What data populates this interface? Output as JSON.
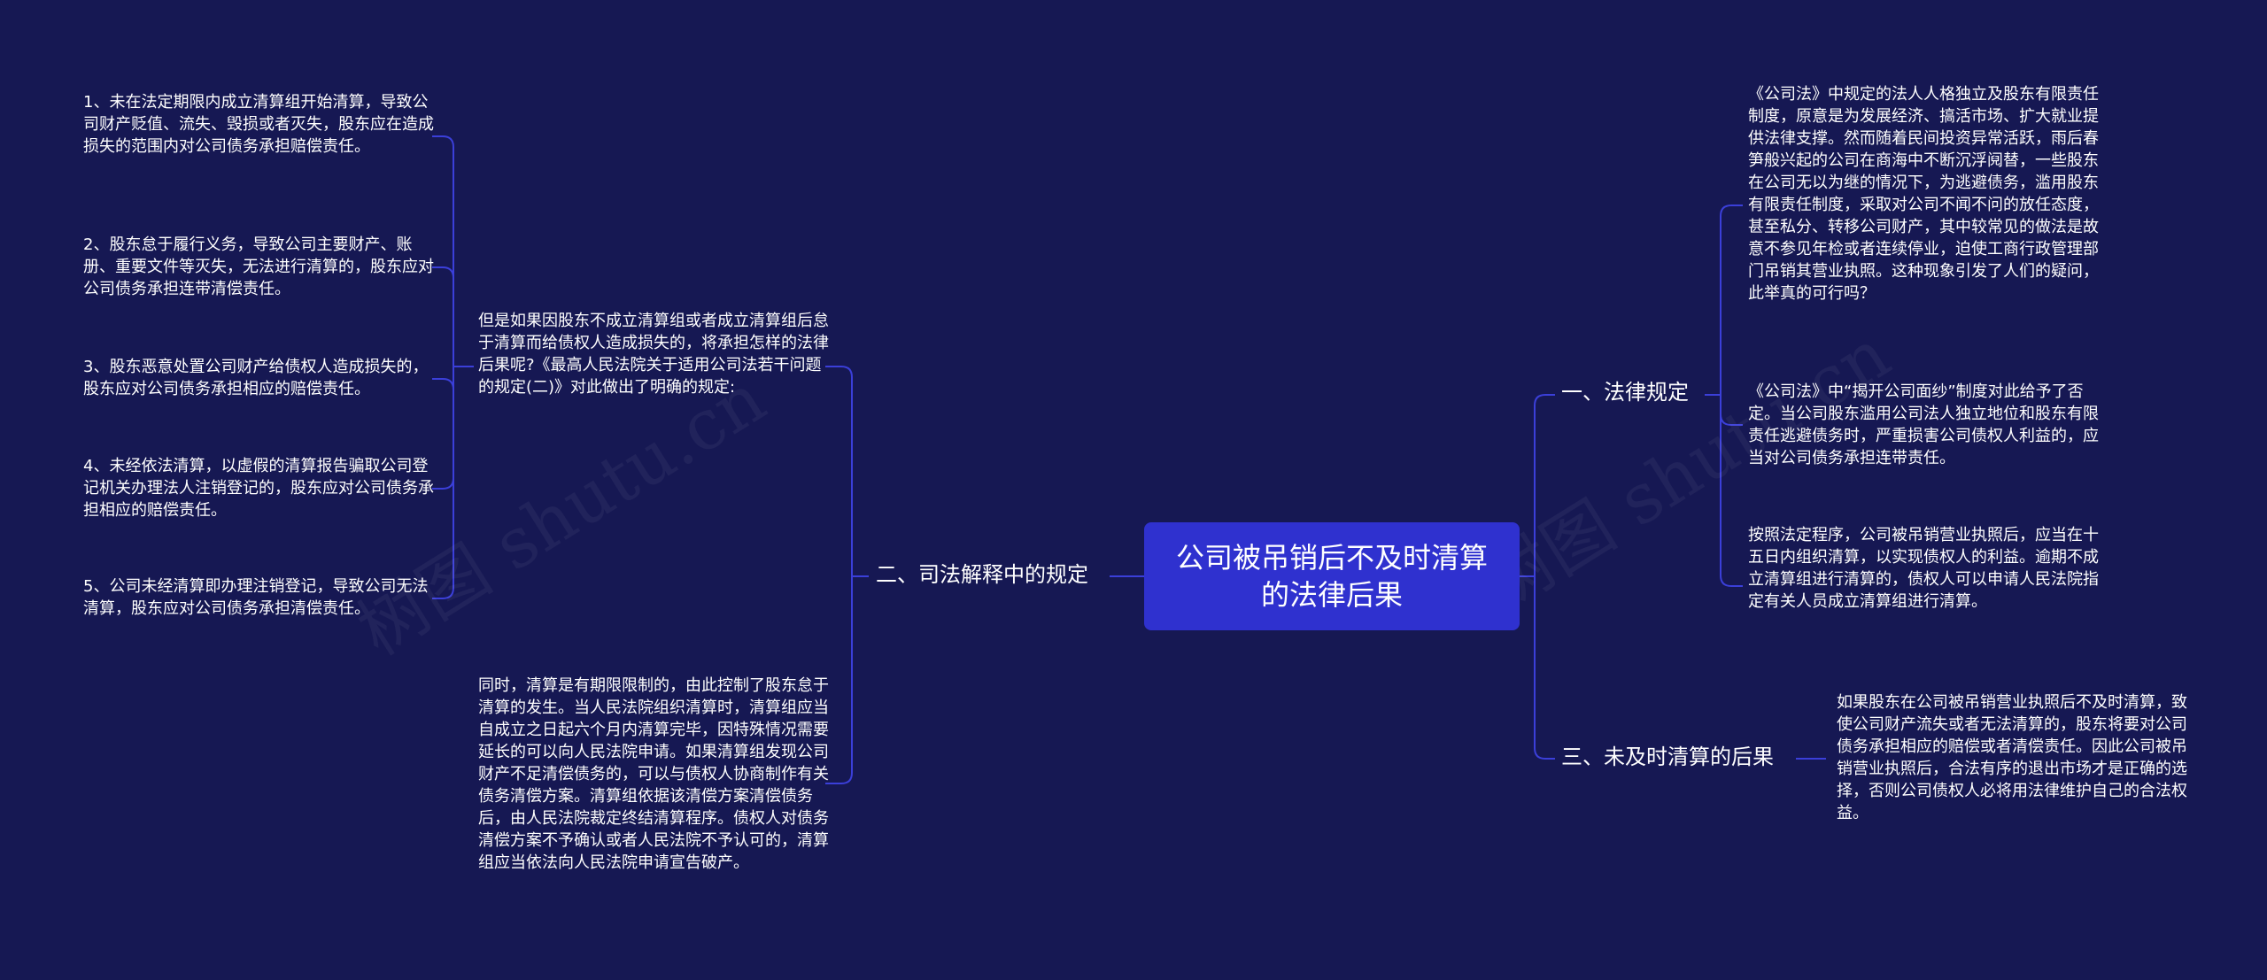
{
  "colors": {
    "background": "#161853",
    "root_fill": "#2f31cf",
    "connector": "#3b3fd9",
    "text": "#ffffff"
  },
  "watermark": "树图 shutu.cn",
  "root": {
    "title": "公司被吊销后不及时清算的法律后果"
  },
  "branches": {
    "legal": {
      "label": "一、法律规定",
      "items": [
        "《公司法》中规定的法人人格独立及股东有限责任制度，原意是为发展经济、搞活市场、扩大就业提供法律支撑。然而随着民间投资异常活跃，雨后春笋般兴起的公司在商海中不断沉浮阋替，一些股东在公司无以为继的情况下，为逃避债务，滥用股东有限责任制度，采取对公司不闻不问的放任态度，甚至私分、转移公司财产，其中较常见的做法是故意不参见年检或者连续停业，迫使工商行政管理部门吊销其营业执照。这种现象引发了人们的疑问，此举真的可行吗？",
        "《公司法》中“揭开公司面纱”制度对此给予了否定。当公司股东滥用公司法人独立地位和股东有限责任逃避债务时，严重损害公司债权人利益的，应当对公司债务承担连带责任。",
        "按照法定程序，公司被吊销营业执照后，应当在十五日内组织清算，以实现债权人的利益。逾期不成立清算组进行清算的，债权人可以申请人民法院指定有关人员成立清算组进行清算。"
      ]
    },
    "judicial": {
      "label": "二、司法解释中的规定",
      "intro": "但是如果因股东不成立清算组或者成立清算组后怠于清算而给债权人造成损失的，将承担怎样的法律后果呢?《最高人民法院关于适用公司法若干问题的规定(二)》对此做出了明确的规定:",
      "rules": [
        "1、未在法定期限内成立清算组开始清算，导致公司财产贬值、流失、毁损或者灭失，股东应在造成损失的范围内对公司债务承担赔偿责任。",
        "2、股东怠于履行义务，导致公司主要财产、账册、重要文件等灭失，无法进行清算的，股东应对公司债务承担连带清偿责任。",
        "3、股东恶意处置公司财产给债权人造成损失的，股东应对公司债务承担相应的赔偿责任。",
        "4、未经依法清算，以虚假的清算报告骗取公司登记机关办理法人注销登记的，股东应对公司债务承担相应的赔偿责任。",
        "5、公司未经清算即办理注销登记，导致公司无法清算，股东应对公司债务承担清偿责任。"
      ],
      "note": "同时，清算是有期限限制的，由此控制了股东怠于清算的发生。当人民法院组织清算时，清算组应当自成立之日起六个月内清算完毕，因特殊情况需要延长的可以向人民法院申请。如果清算组发现公司财产不足清偿债务的，可以与债权人协商制作有关债务清偿方案。清算组依据该清偿方案清偿债务后，由人民法院裁定终结清算程序。债权人对债务清偿方案不予确认或者人民法院不予认可的，清算组应当依法向人民法院申请宣告破产。"
    },
    "consequence": {
      "label": "三、未及时清算的后果",
      "text": "如果股东在公司被吊销营业执照后不及时清算，致使公司财产流失或者无法清算的，股东将要对公司债务承担相应的赔偿或者清偿责任。因此公司被吊销营业执照后，合法有序的退出市场才是正确的选择，否则公司债权人必将用法律维护自己的合法权益。"
    }
  }
}
